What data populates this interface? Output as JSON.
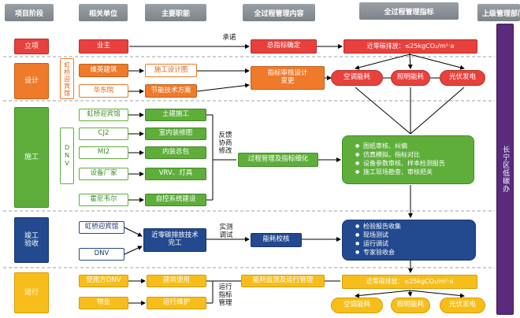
{
  "headers": {
    "stage": "项目阶段",
    "unit": "相关单位",
    "duty": "主要职能",
    "process": "全过程管理内容",
    "indicator": "全过程管理指标",
    "dept": "上级管理部门"
  },
  "phases": {
    "p1": "立项",
    "p2": "设计",
    "p3": "施工",
    "p4": "竣工验收",
    "p5": "运行"
  },
  "lixiang": {
    "unit": "业主",
    "commit": "承诺",
    "target": "总指标确定",
    "carbon": "近零碳排放：≤25kgCO₂/m²·a"
  },
  "design": {
    "side_unit": "虹桥迎宾馆",
    "unit1": "维英建筑",
    "unit2": "华东院",
    "duty1": "施工设计图",
    "duty2": "节能技术方案",
    "review": "指标审核设计变更",
    "ind1": "空调能耗",
    "ind2": "照明能耗",
    "ind3": "光伏发电"
  },
  "construction": {
    "side_unit": "DNV",
    "units": [
      "虹桥迎宾馆",
      "CJ2",
      "MI2",
      "设备厂家",
      "霍尼韦尔"
    ],
    "duties": [
      "土建施工",
      "室内装修图",
      "内装总包",
      "VRV、灯具",
      "自控系统建设"
    ],
    "feedback": "反馈协商修改",
    "process": "过程管理及指标细化",
    "bullets": [
      "图纸审核、纠偏",
      "仿真模拟，指标对比",
      "设备参数审核、样本检测报告",
      "施工现场勘查、审核把关"
    ]
  },
  "acceptance": {
    "unit1": "虹桥迎宾馆",
    "unit2": "DNV",
    "duty": "近零碳排放技术完工",
    "test": "实测调试",
    "check": "能耗校核",
    "bullets": [
      "检验报告收集",
      "现场测试",
      "运行调试",
      "专家验收会"
    ]
  },
  "operation": {
    "unit1": "使用方DNV",
    "unit2": "物业",
    "duty1": "建筑使用",
    "duty2": "运行维护",
    "track": "运行指标管理",
    "monitor": "能耗监测及运行管理",
    "carbon": "近零碳排放：≤25kgCO₂/m²·a",
    "ind1": "空调能耗",
    "ind2": "照明能耗",
    "ind3": "光伏发电"
  },
  "dept_label": "长宁区低碳办"
}
